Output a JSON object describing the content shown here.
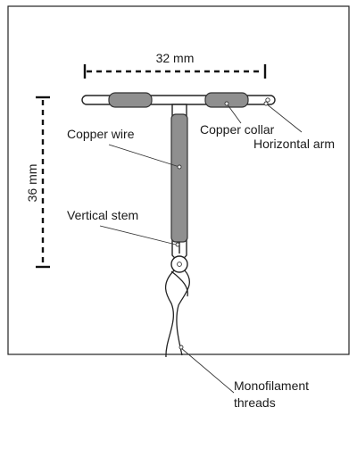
{
  "dimensions": {
    "width_label": "32 mm",
    "height_label": "36 mm"
  },
  "labels": {
    "copper_wire": "Copper wire",
    "copper_collar": "Copper collar",
    "horizontal_arm": "Horizontal arm",
    "vertical_stem": "Vertical stem",
    "monofilament_line1": "Monofilament",
    "monofilament_line2": "threads"
  }
}
